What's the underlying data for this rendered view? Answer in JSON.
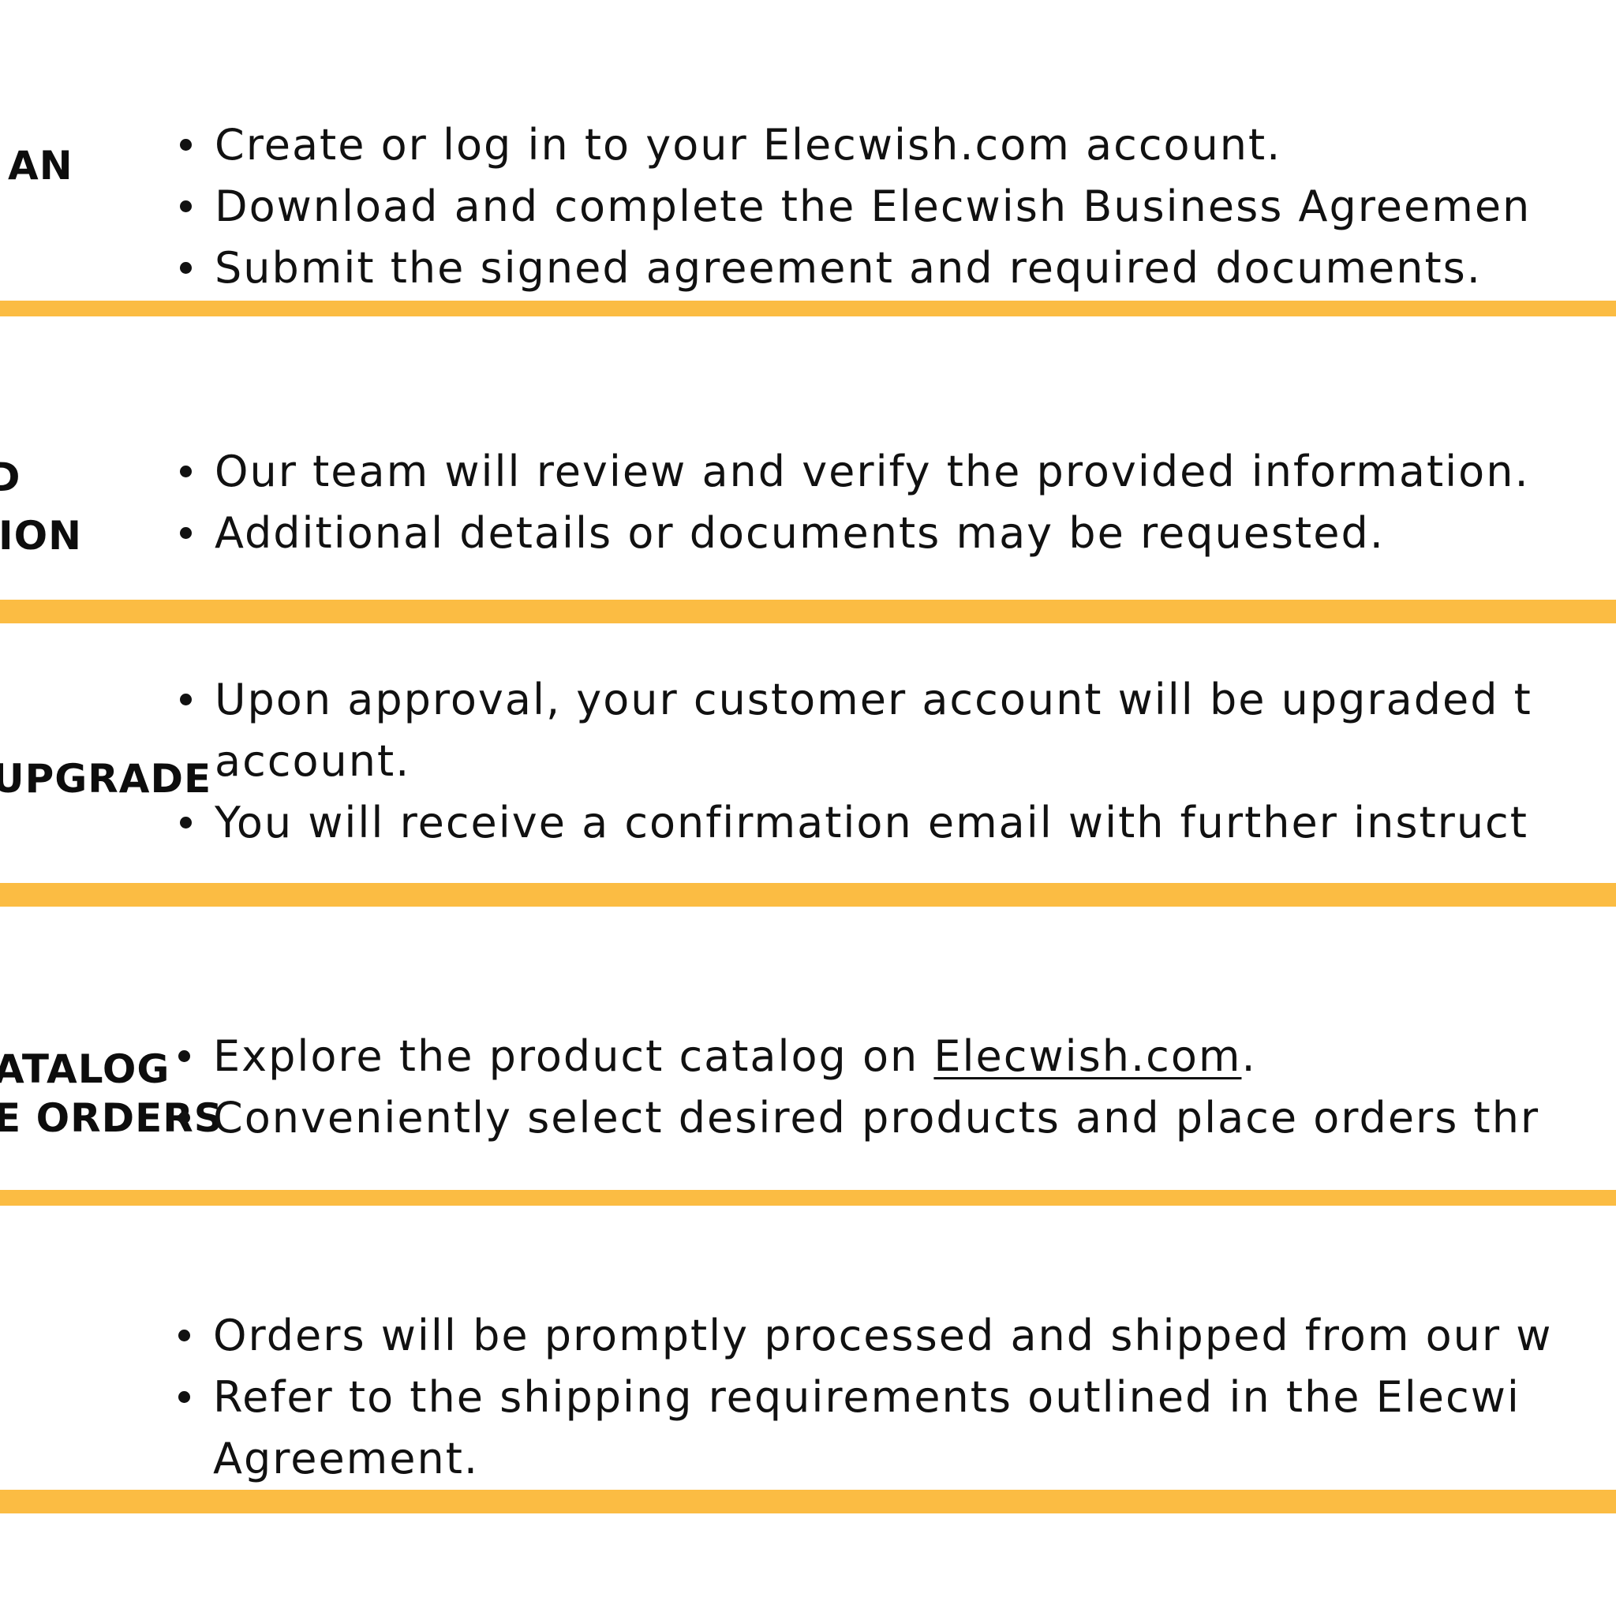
{
  "accent_color": "#fbbc43",
  "steps": [
    {
      "label_lines": [
        "AN"
      ],
      "bullets": [
        {
          "text": "Create or log in to your Elecwish.com account."
        },
        {
          "text": "Download and complete the Elecwish Business Agreemen"
        },
        {
          "text": "Submit the signed agreement and required documents."
        }
      ]
    },
    {
      "label_lines": [
        "D",
        "ION"
      ],
      "bullets": [
        {
          "text": "Our team will review and verify the provided information."
        },
        {
          "text": "Additional details or documents may be requested."
        }
      ]
    },
    {
      "label_lines": [
        "UPGRADE"
      ],
      "bullets": [
        {
          "text": "Upon approval, your customer account will be upgraded t",
          "continuation": "account."
        },
        {
          "text": "You will receive a confirmation email with further instruct"
        }
      ]
    },
    {
      "label_lines": [
        "ATALOG",
        "E ORDERS"
      ],
      "bullets": [
        {
          "text_before": "Explore the product catalog on ",
          "link_text": "Elecwish.com",
          "text_after": "."
        },
        {
          "text": "Conveniently select desired products and place orders thr"
        }
      ]
    },
    {
      "label_lines": [],
      "bullets": [
        {
          "text": "Orders will be promptly processed and shipped from our w"
        },
        {
          "text": "Refer to the shipping requirements outlined in the Elecwi",
          "continuation": "Agreement."
        }
      ]
    }
  ]
}
